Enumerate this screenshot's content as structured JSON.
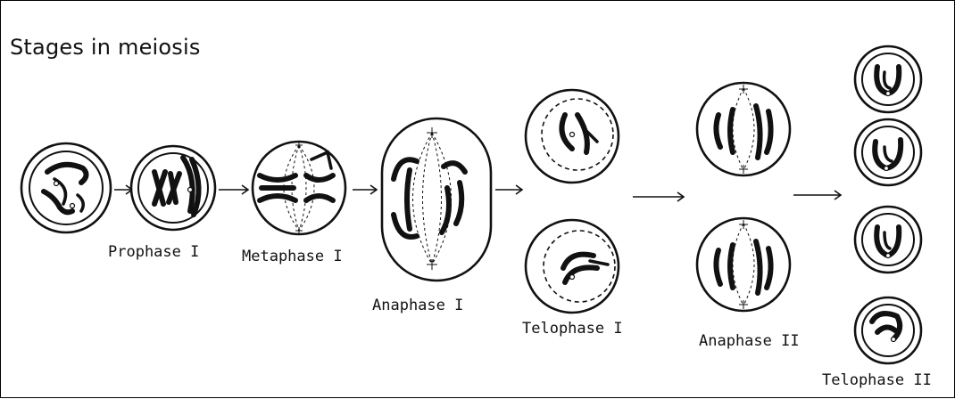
{
  "title": "Stages in meiosis",
  "stages": [
    {
      "label": "Prophase I"
    },
    {
      "label": "Metaphase I"
    },
    {
      "label": "Anaphase I"
    },
    {
      "label": "Telophase I"
    },
    {
      "label": "Anaphase II"
    },
    {
      "label": "Telophase II"
    }
  ]
}
